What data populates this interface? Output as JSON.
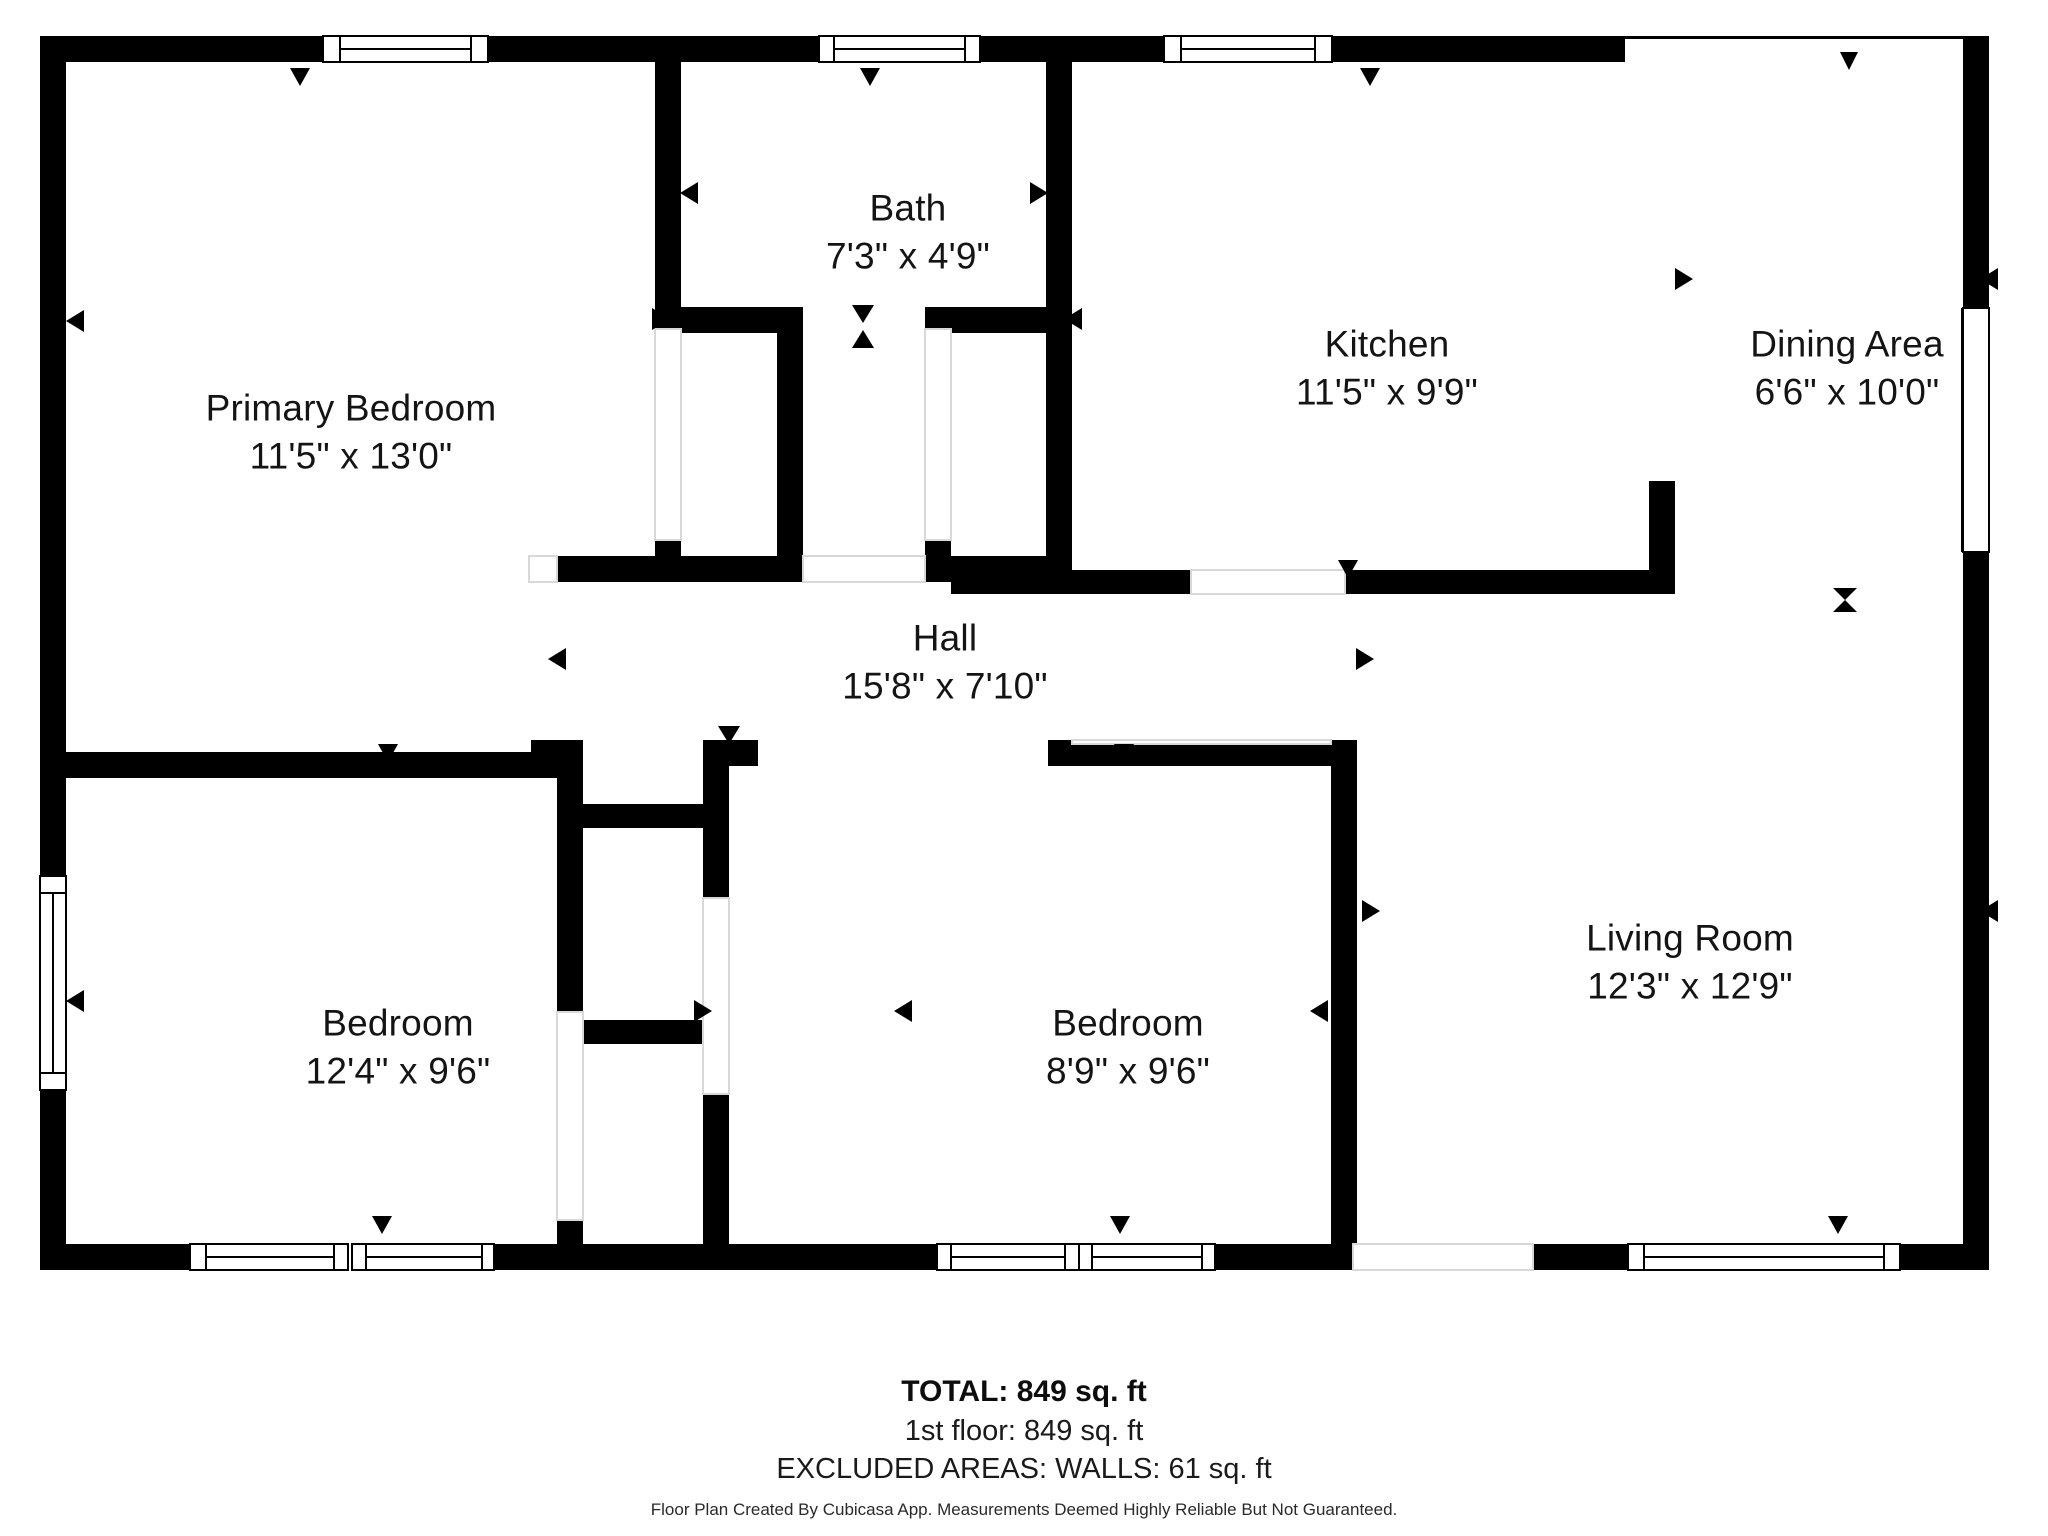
{
  "plan": {
    "type": "floor-plan",
    "floor": "1st floor",
    "wall_color": "#000000",
    "background_color": "#ffffff",
    "text_color": "#141414",
    "rooms": [
      {
        "id": "primary-bedroom",
        "name": "Primary Bedroom",
        "dimensions": "11'5\" x 13'0\""
      },
      {
        "id": "bath",
        "name": "Bath",
        "dimensions": "7'3\" x 4'9\""
      },
      {
        "id": "kitchen",
        "name": "Kitchen",
        "dimensions": "11'5\" x 9'9\""
      },
      {
        "id": "dining-area",
        "name": "Dining Area",
        "dimensions": "6'6\" x 10'0\""
      },
      {
        "id": "hall",
        "name": "Hall",
        "dimensions": "15'8\" x 7'10\""
      },
      {
        "id": "bedroom-left",
        "name": "Bedroom",
        "dimensions": "12'4\" x 9'6\""
      },
      {
        "id": "bedroom-middle",
        "name": "Bedroom",
        "dimensions": "8'9\" x 9'6\""
      },
      {
        "id": "living-room",
        "name": "Living Room",
        "dimensions": "12'3\" x 12'9\""
      }
    ]
  },
  "summary": {
    "total_label": "TOTAL: 849 sq. ft",
    "floor_label": "1st floor: 849 sq. ft",
    "excluded_label": "EXCLUDED AREAS: WALLS: 61 sq. ft",
    "total_sqft": 849,
    "first_floor_sqft": 849,
    "excluded_walls_sqft": 61
  },
  "disclaimer": {
    "text": "Floor Plan Created By Cubicasa App. Measurements Deemed Highly Reliable But Not Guaranteed."
  }
}
